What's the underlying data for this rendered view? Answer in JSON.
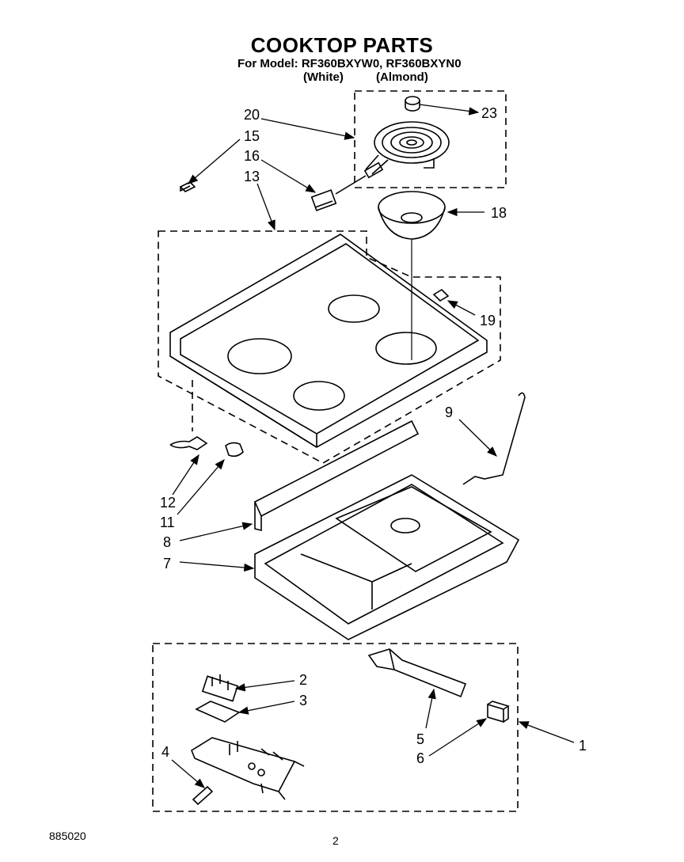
{
  "header": {
    "title": "COOKTOP PARTS",
    "model_line": "For Model: RF360BXYW0, RF360BXYN0",
    "variant_white": "(White)",
    "variant_almond": "(Almond)"
  },
  "callouts": [
    "1",
    "2",
    "3",
    "4",
    "5",
    "6",
    "7",
    "8",
    "9",
    "11",
    "12",
    "13",
    "15",
    "16",
    "18",
    "19",
    "20",
    "23"
  ],
  "footer": {
    "doc_number": "885020",
    "page_number": "2"
  }
}
